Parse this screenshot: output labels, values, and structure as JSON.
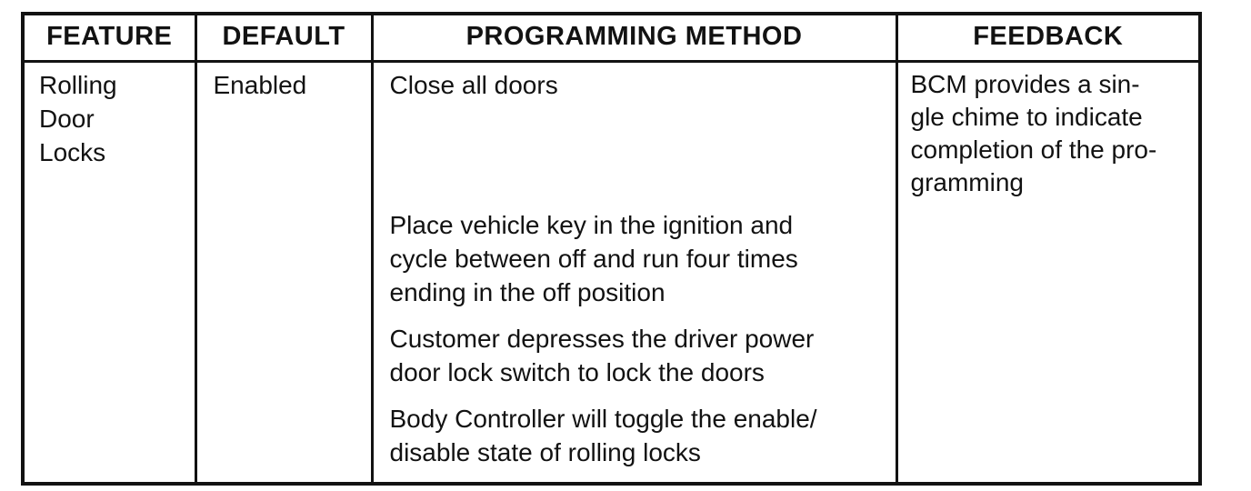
{
  "colors": {
    "ink": "#121212",
    "paper": "#ffffff"
  },
  "table": {
    "headers": [
      "FEATURE",
      "DEFAULT",
      "PROGRAMMING METHOD",
      "FEEDBACK"
    ],
    "row": {
      "feature_lines": [
        "Rolling",
        "Door",
        "Locks"
      ],
      "default": "Enabled",
      "programming_method_paragraphs": [
        [
          "Close all doors"
        ],
        [
          "Place vehicle key in the ignition and",
          "cycle between off and run four times",
          "ending in the off position"
        ],
        [
          "Customer depresses the driver power",
          "door lock switch to lock the doors"
        ],
        [
          "Body Controller will toggle the enable/",
          "disable state of rolling locks"
        ]
      ],
      "feedback_lines": [
        "BCM provides a sin-",
        "gle chime to indicate",
        "completion of the pro-",
        "gramming"
      ]
    }
  }
}
